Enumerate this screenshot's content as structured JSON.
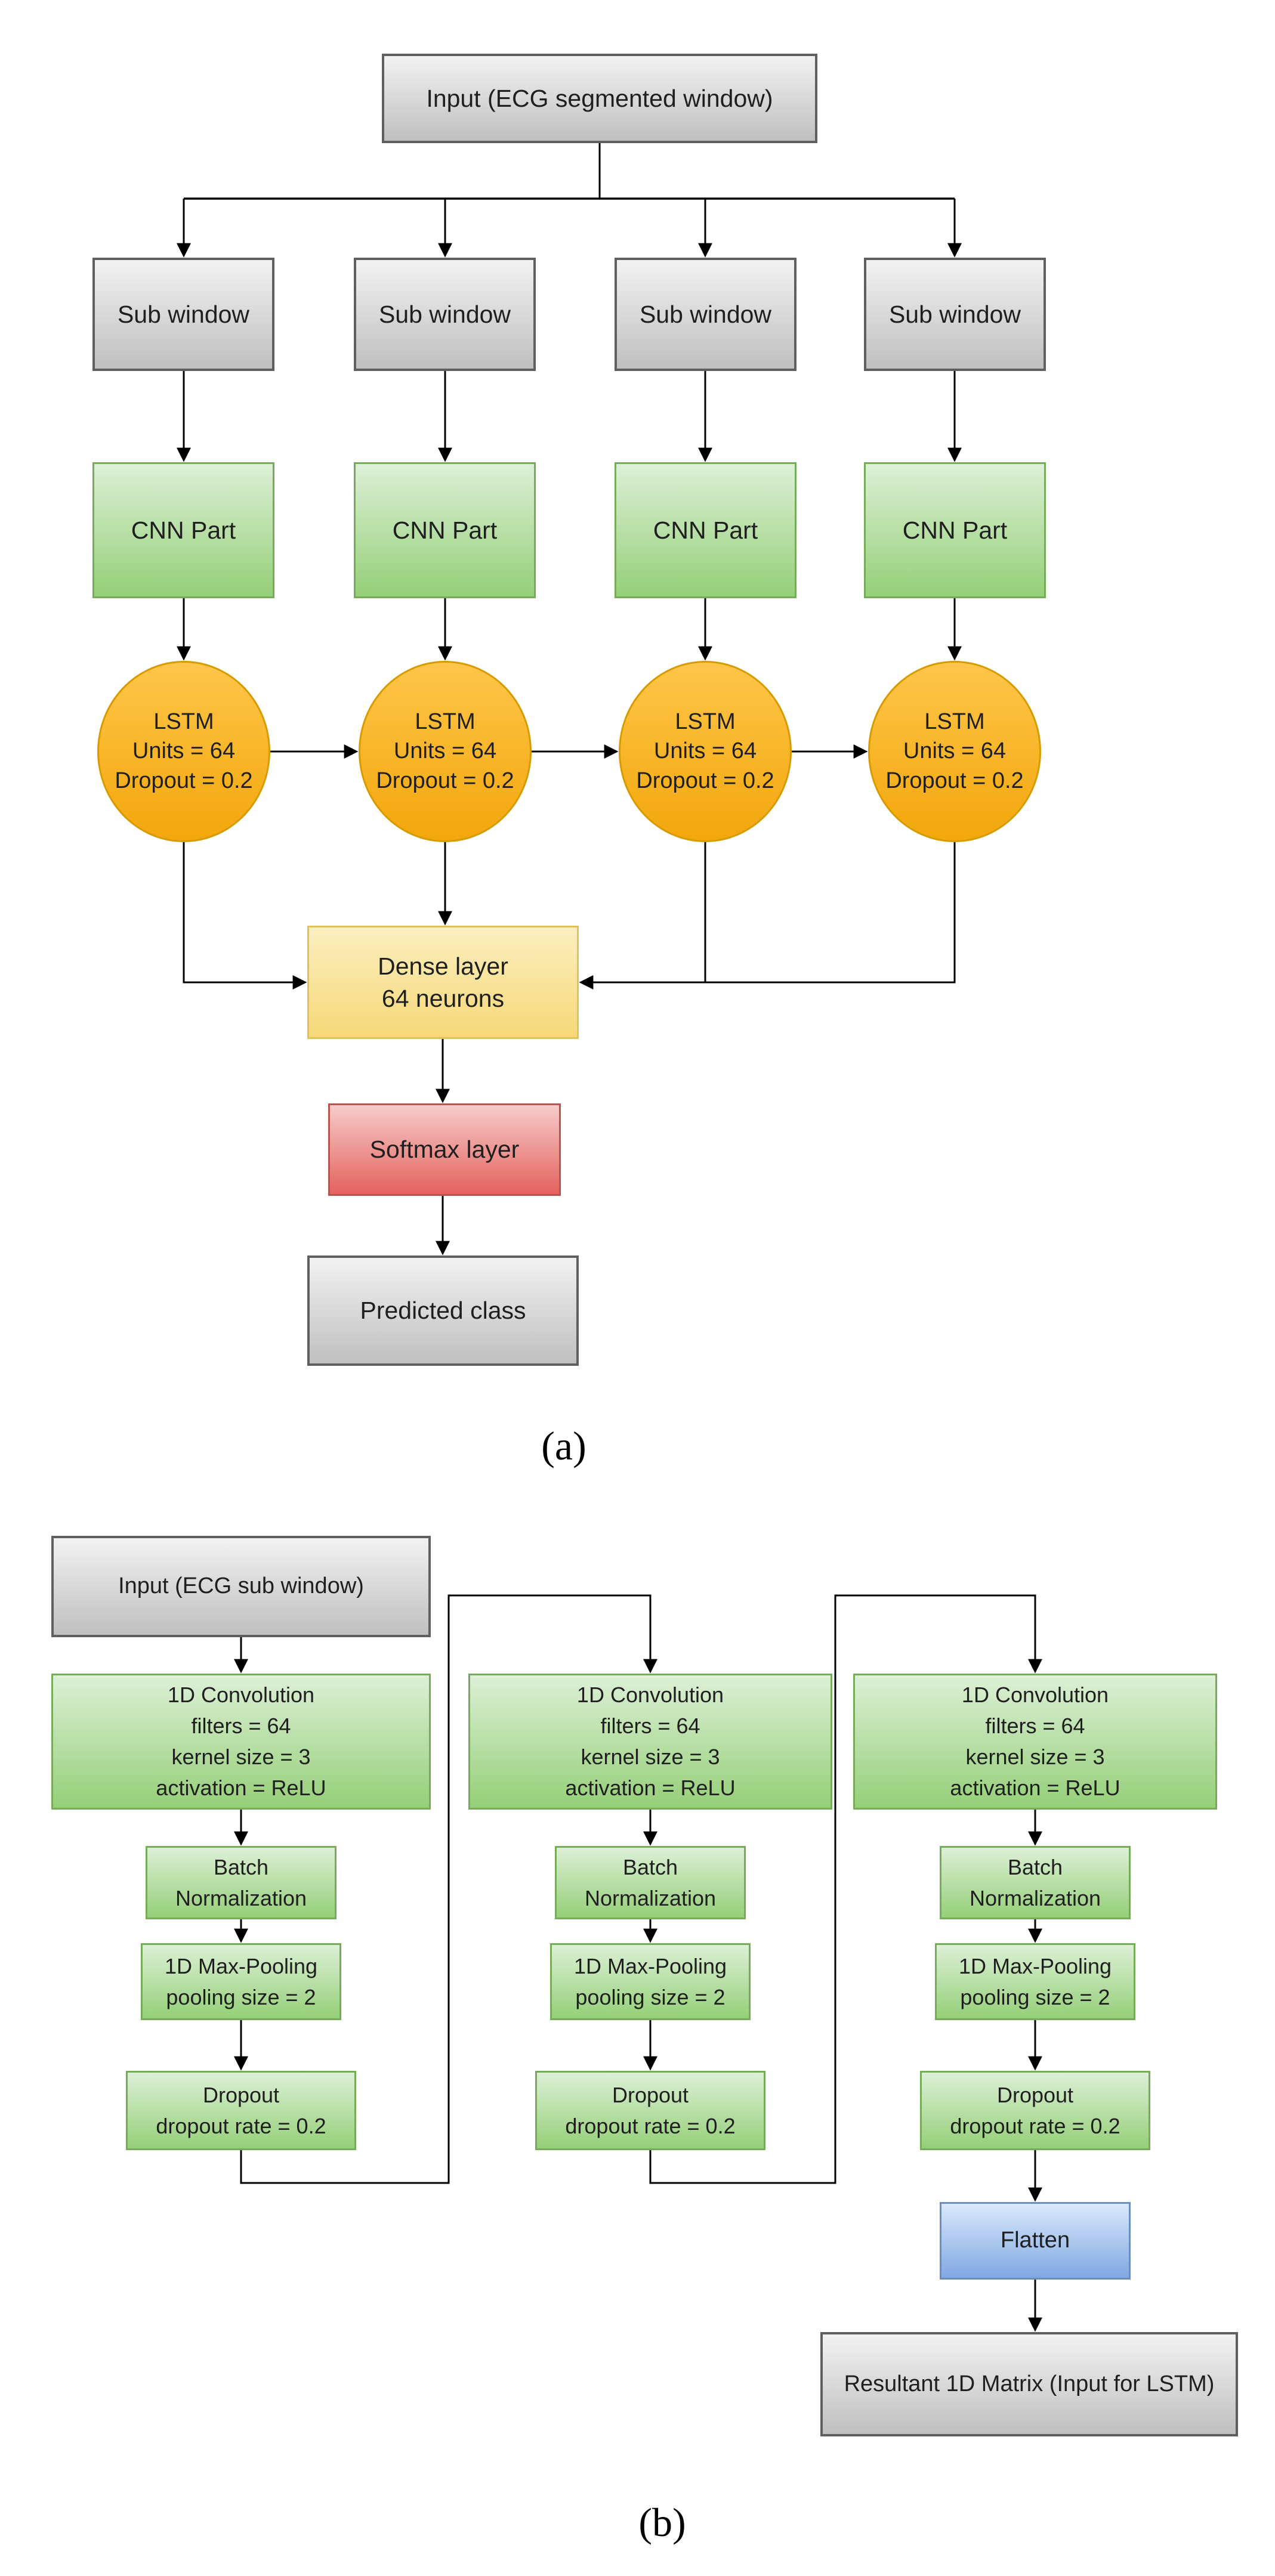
{
  "figure": {
    "panel_a": {
      "caption": "(a)",
      "input_label": "Input (ECG segmented window)",
      "sub_window_label": "Sub window",
      "cnn_part_label": "CNN Part",
      "lstm_lines": [
        "LSTM",
        "Units = 64",
        "Dropout = 0.2"
      ],
      "dense_lines": [
        "Dense layer",
        "64 neurons"
      ],
      "softmax_label": "Softmax layer",
      "predicted_label": "Predicted class"
    },
    "panel_b": {
      "caption": "(b)",
      "input_label": "Input (ECG sub window)",
      "conv_lines": [
        "1D Convolution",
        "filters = 64",
        "kernel size = 3",
        "activation = ReLU"
      ],
      "batch_norm_lines": [
        "Batch",
        "Normalization"
      ],
      "max_pool_lines": [
        "1D Max-Pooling",
        "pooling size = 2"
      ],
      "dropout_lines": [
        "Dropout",
        "dropout rate = 0.2"
      ],
      "flatten_label": "Flatten",
      "resultant_label": "Resultant 1D Matrix (Input for LSTM)"
    },
    "colors": {
      "gray_top": "#f2f2f2",
      "gray_bottom": "#bfbfbf",
      "gray_border": "#5f5f5f",
      "green_top": "#dcf0d6",
      "green_bottom": "#95cf78",
      "green_border": "#76ab5a",
      "orange_top": "#ffc54a",
      "orange_bottom": "#f2a70b",
      "orange_border": "#d79b00",
      "yellow_top": "#fbefc0",
      "yellow_bottom": "#f6d878",
      "yellow_border": "#e2c158",
      "red_top": "#f6cbc9",
      "red_bottom": "#e4625e",
      "red_border": "#b85450",
      "blue_top": "#d9e8fb",
      "blue_bottom": "#80a8e2",
      "blue_border": "#6c8ebf",
      "line": "#000000",
      "text": "#1f1f1f"
    }
  }
}
